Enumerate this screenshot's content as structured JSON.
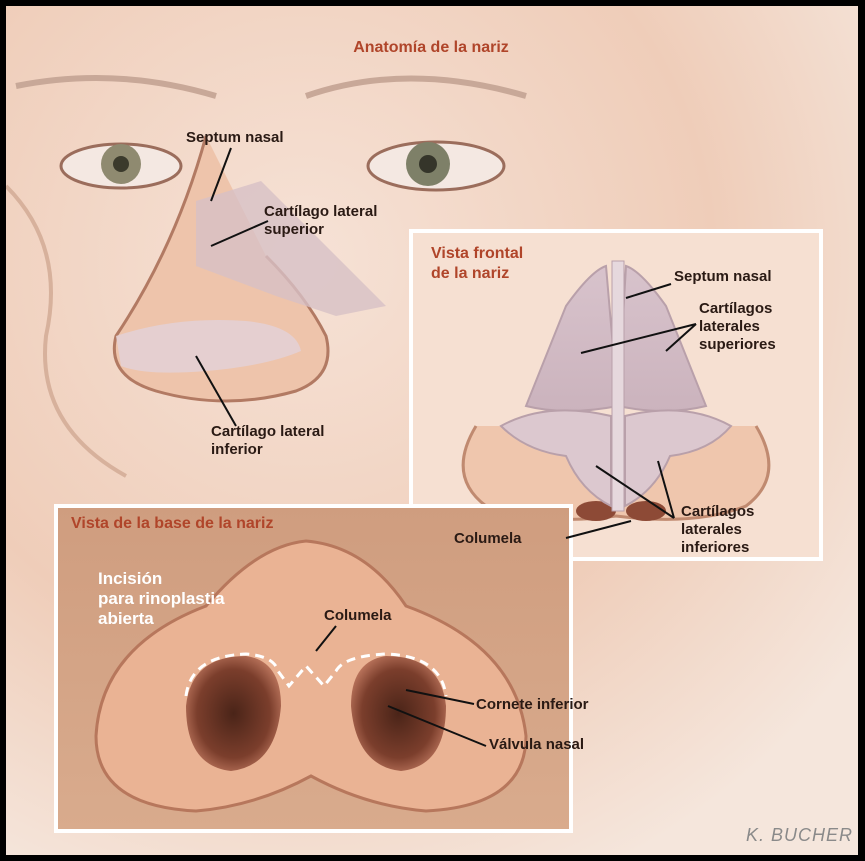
{
  "title": "Anatomía de la nariz",
  "side_view": {
    "septum": "Septum nasal",
    "upper_lateral": [
      "Cartílago lateral",
      "superior"
    ],
    "lower_lateral": [
      "Cartílago lateral",
      "inferior"
    ]
  },
  "frontal_view": {
    "heading": [
      "Vista frontal",
      "de la nariz"
    ],
    "septum": "Septum nasal",
    "upper_laterals": [
      "Cartílagos",
      "laterales",
      "superiores"
    ],
    "columella": "Columela",
    "lower_laterals": [
      "Cartílagos",
      "laterales",
      "inferiores"
    ]
  },
  "base_view": {
    "heading": "Vista de la base de la nariz",
    "incision": [
      "Incisión",
      "para rinoplastia",
      "abierta"
    ],
    "columella": "Columela",
    "inferior_turbinate": "Cornete inferior",
    "nasal_valve": "Válvula nasal"
  },
  "signature": "K. BUCHER"
}
